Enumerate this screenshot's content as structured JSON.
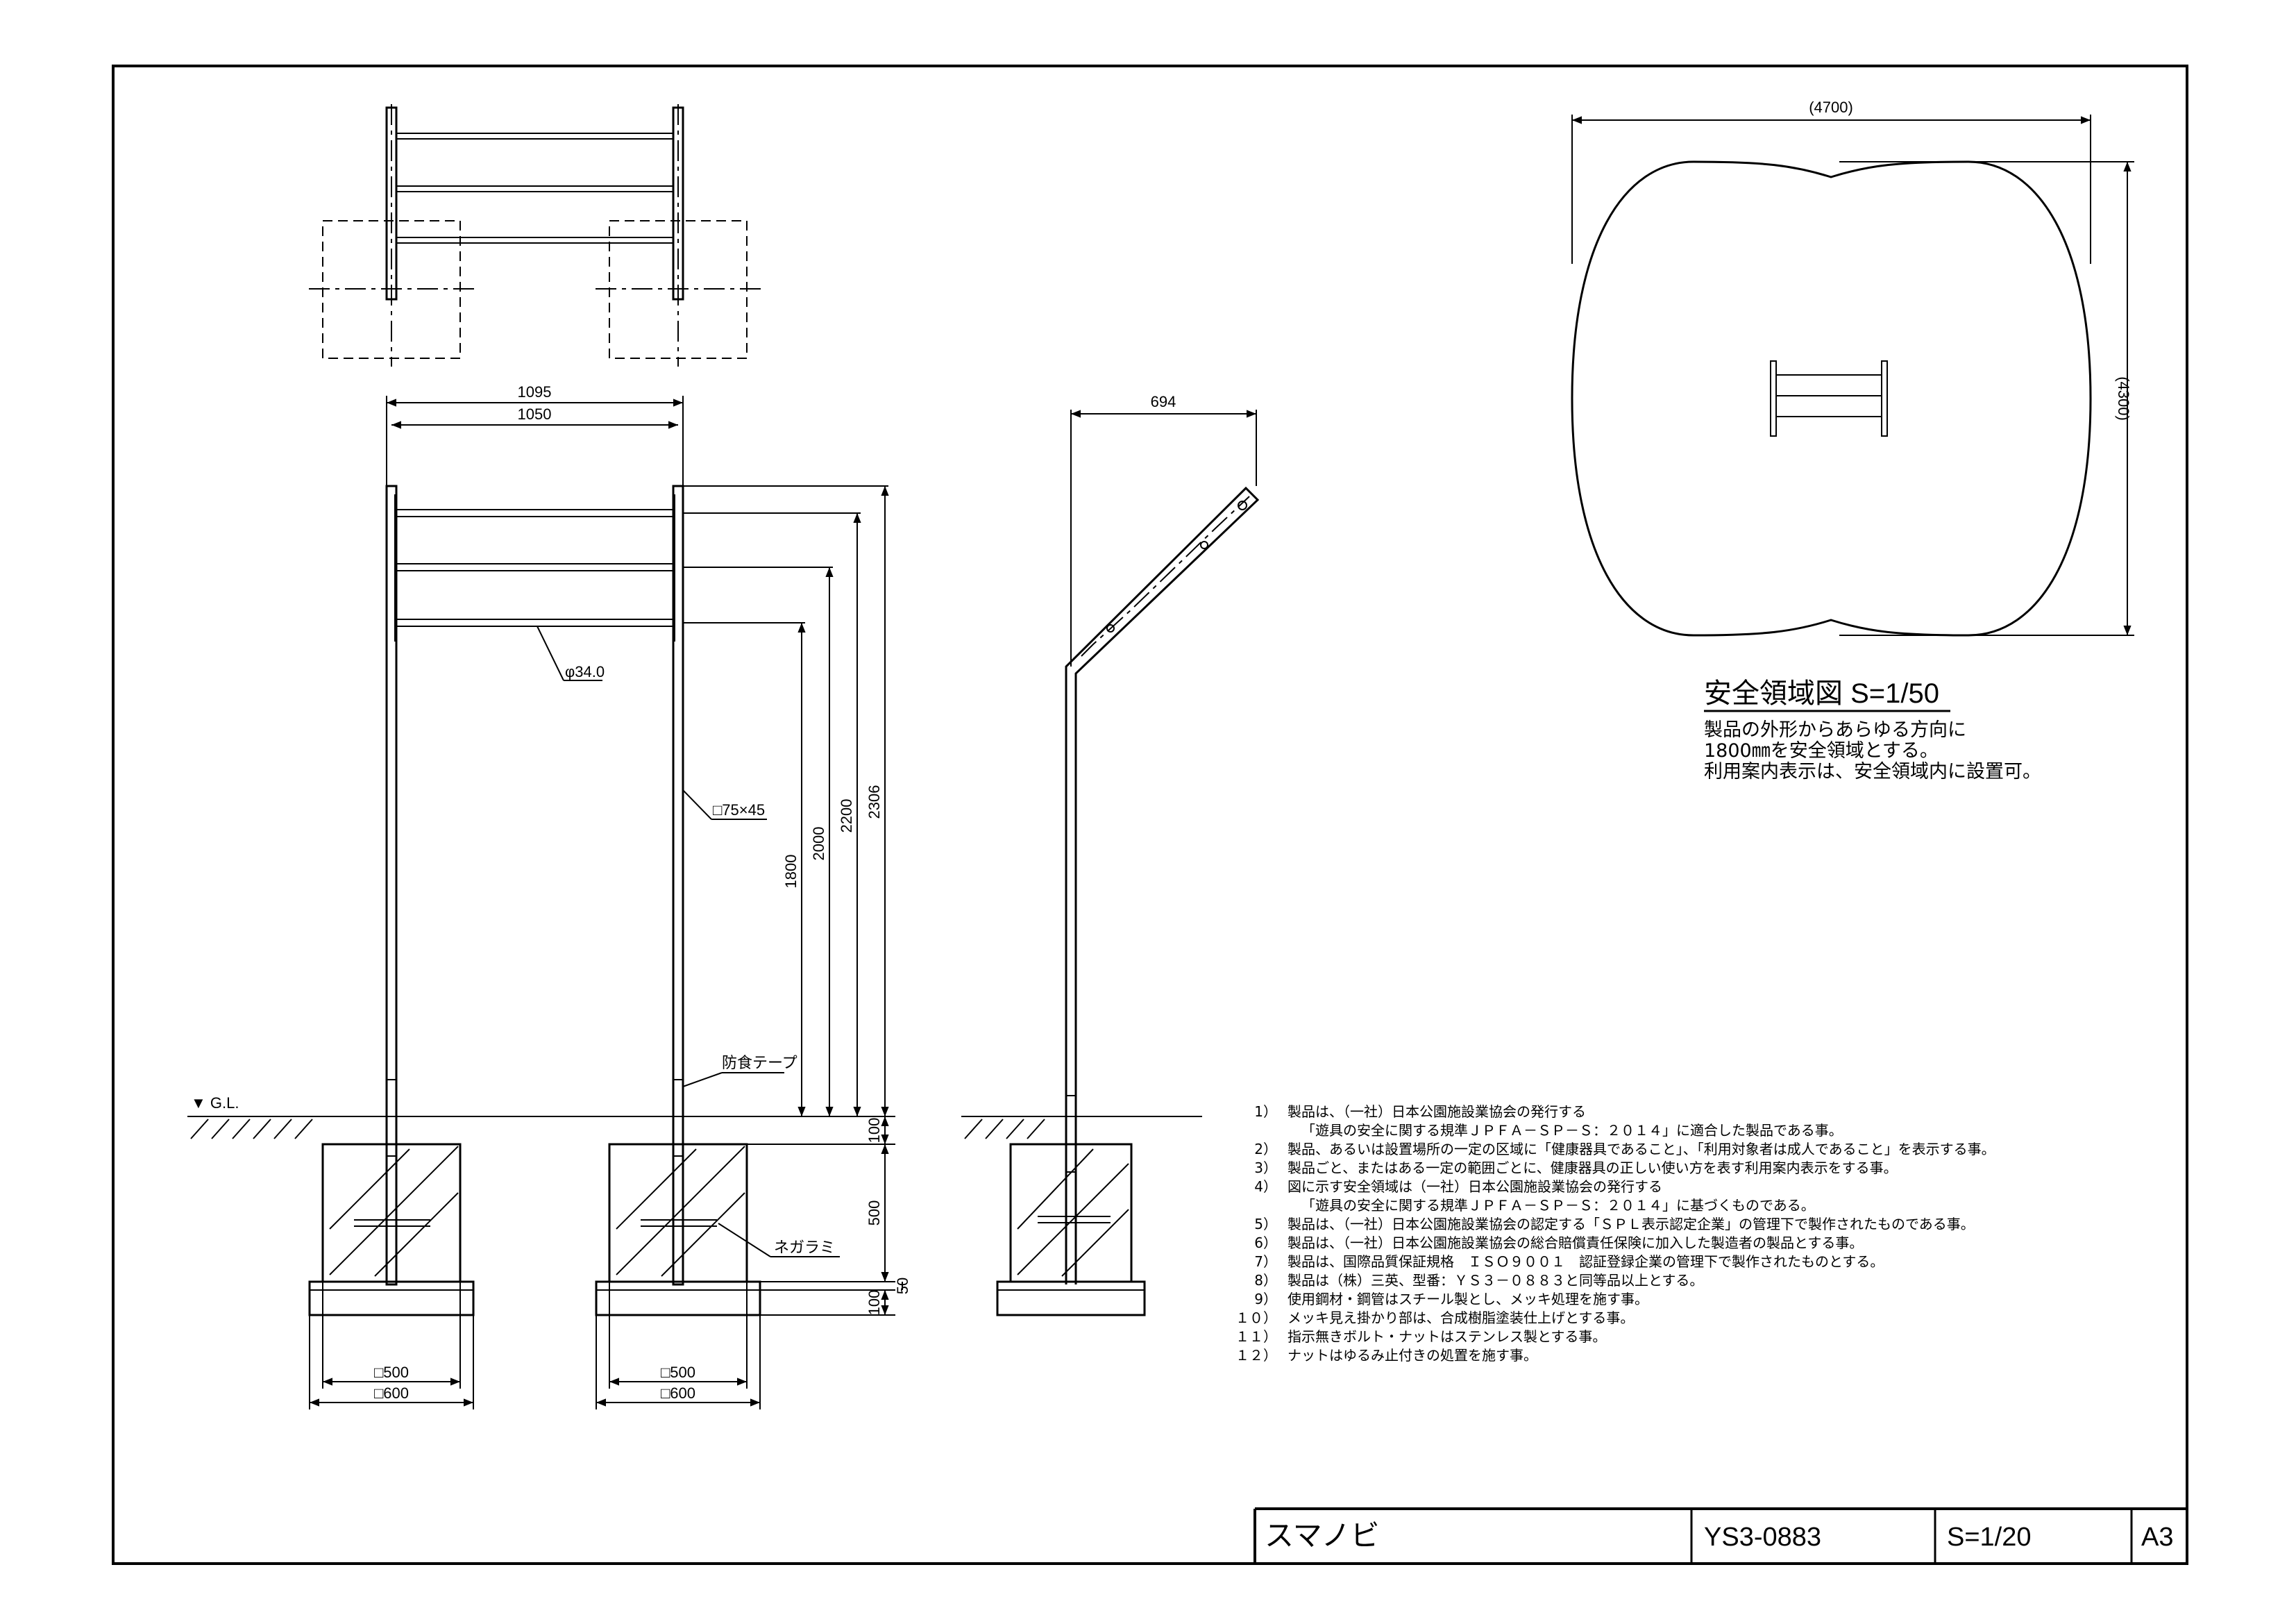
{
  "front_view": {
    "dim_outer_width": "1095",
    "dim_inner_width": "1050",
    "pipe_label": "φ34.0",
    "post_label": "□75×45",
    "tape_label": "防食テープ",
    "anchor_label": "ネガラミ",
    "gl_label": "▼ G.L.",
    "dim_h1": "1800",
    "dim_h2": "2000",
    "dim_h3": "2200",
    "dim_h4": "2306",
    "dim_100_top": "100",
    "dim_500": "500",
    "dim_50": "50",
    "dim_100_bottom": "100",
    "footing_500": "□500",
    "footing_600": "□600"
  },
  "side_view": {
    "dim_offset": "694"
  },
  "safety_area": {
    "dim_width": "(4700)",
    "dim_height": "(4300)",
    "title": "安全領域図 S=1/50",
    "desc_lines": [
      "製品の外形からあらゆる方向に",
      "1800㎜を安全領域とする。",
      "利用案内表示は、安全領域内に設置可。"
    ]
  },
  "notes": [
    {
      "num": "1）",
      "text": "製品は、（一社）日本公園施設業協会の発行する"
    },
    {
      "num": "",
      "text": "「遊具の安全に関する規準ＪＰＦＡ－ＳＰ－Ｓ：２０１４」に適合した製品である事。"
    },
    {
      "num": "2）",
      "text": "製品、あるいは設置場所の一定の区域に「健康器具であること」、「利用対象者は成人であること」を表示する事。"
    },
    {
      "num": "3）",
      "text": "製品ごと、またはある一定の範囲ごとに、健康器具の正しい使い方を表す利用案内表示をする事。"
    },
    {
      "num": "4）",
      "text": "図に示す安全領域は（一社）日本公園施設業協会の発行する"
    },
    {
      "num": "",
      "text": "「遊具の安全に関する規準ＪＰＦＡ－ＳＰ－Ｓ：２０１４」に基づくものである。"
    },
    {
      "num": "5）",
      "text": "製品は、（一社）日本公園施設業協会の認定する「ＳＰＬ表示認定企業」の管理下で製作されたものである事。"
    },
    {
      "num": "6）",
      "text": "製品は、（一社）日本公園施設業協会の総合賠償責任保険に加入した製造者の製品とする事。"
    },
    {
      "num": "7）",
      "text": "製品は、国際品質保証規格　ＩＳＯ９００１　認証登録企業の管理下で製作されたものとする。"
    },
    {
      "num": "8）",
      "text": "製品は（株）三英、型番：ＹＳ３－０８８３と同等品以上とする。"
    },
    {
      "num": "9）",
      "text": "使用鋼材・鋼管はスチール製とし、メッキ処理を施す事。"
    },
    {
      "num": "１０）",
      "text": "メッキ見え掛かり部は、合成樹脂塗装仕上げとする事。"
    },
    {
      "num": "１１）",
      "text": "指示無きボルト・ナットはステンレス製とする事。"
    },
    {
      "num": "１２）",
      "text": "ナットはゆるみ止付きの処置を施す事。"
    }
  ],
  "title_block": {
    "name": "スマノビ",
    "model": "YS3-0883",
    "scale": "S=1/20",
    "paper": "A3"
  }
}
